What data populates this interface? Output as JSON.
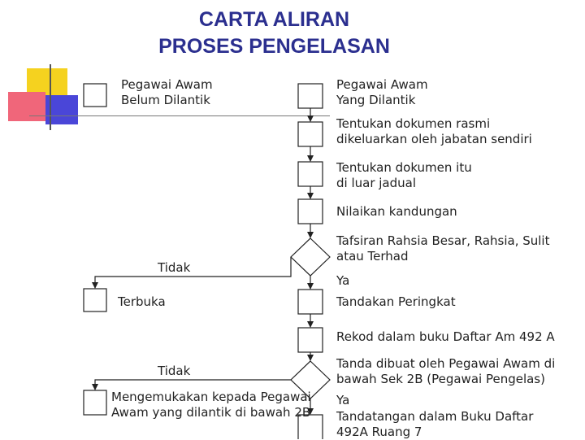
{
  "title": {
    "line1": "CARTA ALIRAN",
    "line2": "PROSES PENGELASAN"
  },
  "steps": {
    "unclassified_left": [
      "Pegawai Awam",
      "Belum Dilantik"
    ],
    "classified_right": [
      "Pegawai Awam",
      "Yang Dilantik"
    ],
    "determine_official": [
      "Tentukan dokumen rasmi",
      "dikeluarkan oleh jabatan sendiri"
    ],
    "determine_outside": [
      "Tentukan dokumen itu",
      "di luar jadual"
    ],
    "assess": "Nilaikan kandungan",
    "decision1": [
      "Tafsiran Rahsia Besar, Rahsia, Sulit",
      "atau Terhad"
    ],
    "decision1_no": "Tidak",
    "decision1_yes": "Ya",
    "open": "Terbuka",
    "mark_grade": "Tandakan Peringkat",
    "record": "Rekod dalam buku Daftar Am 492 A",
    "decision2": [
      "Tanda dibuat oleh Pegawai Awam di",
      "bawah Sek 2B (Pegawai Pengelas)"
    ],
    "decision2_no": "Tidak",
    "decision2_yes": "Ya",
    "submit": [
      "Mengemukakan kepada Pegawai",
      "Awam yang dilantik di bawah 2B"
    ],
    "sign": [
      "Tandatangan dalam Buku Daftar",
      "492A Ruang 7"
    ]
  },
  "colors": {
    "title": "#2b2f8f",
    "deco_yellow": "#f5d21f",
    "deco_red": "#f0667a",
    "deco_blue": "#4a46d8",
    "line": "#222222"
  }
}
